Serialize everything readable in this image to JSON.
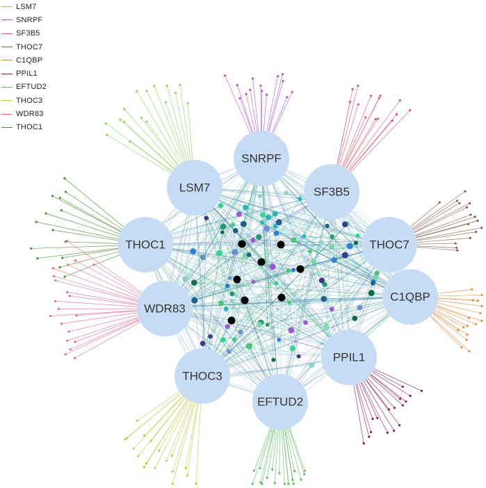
{
  "legend": [
    {
      "name": "LSM7",
      "color": "#8bd35c"
    },
    {
      "name": "SNRPF",
      "color": "#b34fd1"
    },
    {
      "name": "SF3B5",
      "color": "#e0506f"
    },
    {
      "name": "THOC7",
      "color": "#8a5a44"
    },
    {
      "name": "C1QBP",
      "color": "#e38a3a"
    },
    {
      "name": "PPIL1",
      "color": "#8c1a5a"
    },
    {
      "name": "EFTUD2",
      "color": "#5cc05c"
    },
    {
      "name": "THOC3",
      "color": "#b2d235"
    },
    {
      "name": "WDR83",
      "color": "#e86a8a"
    },
    {
      "name": "THOC1",
      "color": "#4f8a2a"
    }
  ],
  "hubs": [
    {
      "name": "SNRPF",
      "color": "#b34fd1"
    },
    {
      "name": "LSM7",
      "color": "#8bd35c"
    },
    {
      "name": "SF3B5",
      "color": "#e0506f"
    },
    {
      "name": "THOC1",
      "color": "#4f8a2a"
    },
    {
      "name": "THOC7",
      "color": "#8a5a44"
    },
    {
      "name": "C1QBP",
      "color": "#e38a3a"
    },
    {
      "name": "WDR83",
      "color": "#e86a8a"
    },
    {
      "name": "PPIL1",
      "color": "#8c1a5a"
    },
    {
      "name": "THOC3",
      "color": "#b2d235"
    },
    {
      "name": "EFTUD2",
      "color": "#5cc05c"
    }
  ],
  "colors": {
    "hub_fill": "#c6dcf5",
    "core_node_palette": [
      "#2e7fd6",
      "#1a9c6b",
      "#34d39a",
      "#6e8fcf",
      "#2bb3c0",
      "#9b59d0",
      "#48c774",
      "#3a3a8a",
      "#7ad8a8",
      "#1f5f8b",
      "#0e6e4e",
      "#8ed1c6"
    ],
    "hub_edge_palette": [
      "#2b9c6f",
      "#3c7fc0",
      "#7fd6c8",
      "#5a5ab0",
      "#44c77c",
      "#8fb8e0"
    ]
  }
}
